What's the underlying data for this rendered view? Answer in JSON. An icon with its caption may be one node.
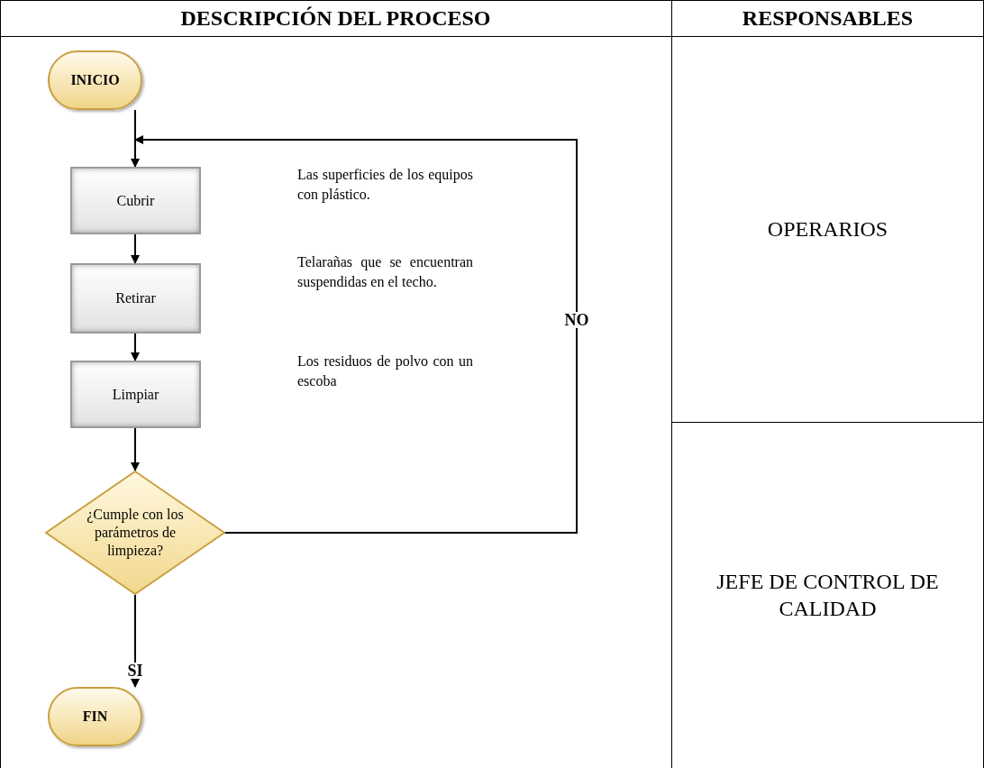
{
  "diagram": {
    "nodes": [
      {
        "text": [
          "INICIO"
        ]
      },
      {
        "text": [
          "Cubrir"
        ]
      },
      {
        "text": [
          "Retirar"
        ]
      },
      {
        "text": [
          "Limpiar"
        ]
      },
      {
        "text": [
          "¿Cumple con los parámetros de limpieza?"
        ]
      },
      {
        "text": [
          "FIN"
        ]
      }
    ],
    "edges": [
      {
        "from": 0,
        "to": 1,
        "arrow": "to"
      },
      {
        "from": 1,
        "to": 2,
        "arrow": "to"
      },
      {
        "from": 2,
        "to": 3,
        "arrow": "to"
      },
      {
        "from": 3,
        "to": 4,
        "arrow": "to"
      },
      {
        "from": 4,
        "to": 5,
        "arrow": "to",
        "label": "SI"
      },
      {
        "from": 4,
        "to": 1,
        "arrow": "to",
        "label": "NO"
      }
    ],
    "labels": [
      "DESCRIPCIÓN DEL PROCESO",
      "RESPONSABLES",
      "Las superficies de los equipos con plástico.",
      "Telarañas que se encuentran suspendidas en el techo.",
      "Los residuos de polvo con un escoba",
      "OPERARIOS",
      "JEFE DE CONTROL DE CALIDAD"
    ]
  }
}
